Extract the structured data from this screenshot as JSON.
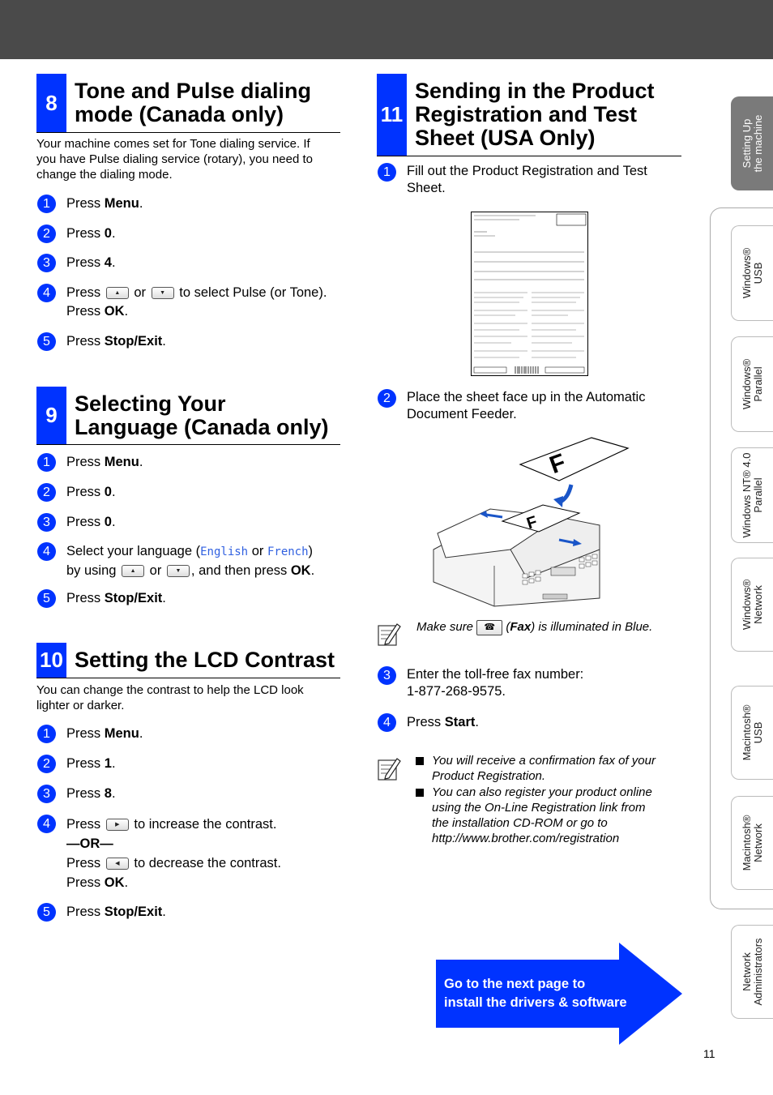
{
  "sec8": {
    "num": "8",
    "title_l1": "Tone and Pulse dialing",
    "title_l2": "mode (Canada only)",
    "intro_l1": "Your machine comes set for Tone dialing service. If",
    "intro_l2": "you have Pulse dialing service (rotary), you need to",
    "intro_l3": "change the dialing mode.",
    "steps": [
      {
        "n": "1",
        "pre": "Press ",
        "bold": "Menu",
        "post": "."
      },
      {
        "n": "2",
        "pre": "Press ",
        "bold": "0",
        "post": "."
      },
      {
        "n": "3",
        "pre": "Press ",
        "bold": "4",
        "post": "."
      },
      {
        "n": "4",
        "pre": "Press",
        "mid": "or",
        "post": "to select Pulse (or Tone).",
        "l2_pre": "Press ",
        "l2_bold": "OK",
        "l2_post": "."
      },
      {
        "n": "5",
        "pre": "Press ",
        "bold": "Stop/Exit",
        "post": "."
      }
    ]
  },
  "sec9": {
    "num": "9",
    "title_l1": "Selecting Your",
    "title_l2": "Language (Canada only)",
    "steps": [
      {
        "n": "1",
        "pre": "Press ",
        "bold": "Menu",
        "post": "."
      },
      {
        "n": "2",
        "pre": "Press ",
        "bold": "0",
        "post": "."
      },
      {
        "n": "3",
        "pre": "Press ",
        "bold": "0",
        "post": "."
      },
      {
        "n": "4",
        "pre": "Select your language (",
        "lcd1": "English",
        "or": " or ",
        "lcd2": "French",
        "close": ")",
        "l2_pre": "by using",
        "l2_or": "or",
        "l2_post": ", and then press ",
        "l2_bold": "OK",
        "l2_end": "."
      },
      {
        "n": "5",
        "pre": "Press ",
        "bold": "Stop/Exit",
        "post": "."
      }
    ]
  },
  "sec10": {
    "num": "10",
    "title": "Setting the LCD Contrast",
    "intro_l1": "You can change the contrast to help the LCD look",
    "intro_l2": "lighter or darker.",
    "steps": [
      {
        "n": "1",
        "pre": "Press ",
        "bold": "Menu",
        "post": "."
      },
      {
        "n": "2",
        "pre": "Press ",
        "bold": "1",
        "post": "."
      },
      {
        "n": "3",
        "pre": "Press ",
        "bold": "8",
        "post": "."
      },
      {
        "n": "4",
        "pre": "Press",
        "post": "to increase the contrast.",
        "or_line": "—OR—",
        "l3_pre": "Press",
        "l3_post": "to decrease the contrast.",
        "l4_pre": "Press ",
        "l4_bold": "OK",
        "l4_post": "."
      },
      {
        "n": "5",
        "pre": "Press ",
        "bold": "Stop/Exit",
        "post": "."
      }
    ]
  },
  "sec11": {
    "num": "11",
    "title_l1": "Sending in the Product",
    "title_l2": "Registration and Test",
    "title_l3": "Sheet (USA Only)",
    "step1_l1": "Fill out the Product Registration and Test",
    "step1_l2": "Sheet.",
    "step2_l1": "Place the sheet face up in the Automatic",
    "step2_l2": "Document Feeder.",
    "note1_pre": "Make sure",
    "note1_bold": "Fax",
    "note1_post": ") is illuminated in Blue.",
    "note1_open": "(",
    "step3_l1": "Enter the toll-free fax number:",
    "step3_l2": "1-877-268-9575.",
    "step4_pre": "Press ",
    "step4_bold": "Start",
    "step4_post": ".",
    "bullets": [
      "You will receive a confirmation fax of your Product Registration.",
      "You can also register your product online using the On-Line Registration link from the installation CD-ROM or go to http://www.brother.com/registration"
    ],
    "bullet1_l1": "You will receive a confirmation fax of your",
    "bullet1_l2": "Product Registration.",
    "bullet2_l1": "You can also register your product online",
    "bullet2_l2": "using the On-Line Registration link from",
    "bullet2_l3": "the installation CD-ROM or go to",
    "bullet2_l4": "http://www.brother.com/registration",
    "nums": [
      "1",
      "2",
      "3",
      "4"
    ]
  },
  "next": {
    "l1": "Go to the next page to",
    "l2": "install the drivers & software",
    "color": "#0033ff"
  },
  "sidebar": [
    {
      "l1": "Setting Up",
      "l2": "the machine",
      "active": true
    },
    {
      "l1": "Windows®",
      "l2": "USB"
    },
    {
      "l1": "Windows®",
      "l2": "Parallel"
    },
    {
      "l1": "Windows NT® 4.0",
      "l2": "Parallel"
    },
    {
      "l1": "Windows®",
      "l2": "Network"
    },
    {
      "l1": "Macintosh®",
      "l2": "USB"
    },
    {
      "l1": "Macintosh®",
      "l2": "Network"
    },
    {
      "l1": "Network",
      "l2": "Administrators"
    }
  ],
  "page_number": "11",
  "colors": {
    "accent": "#0033ff",
    "topbar": "#4a4a4a",
    "lcd_text": "#3060e0"
  }
}
